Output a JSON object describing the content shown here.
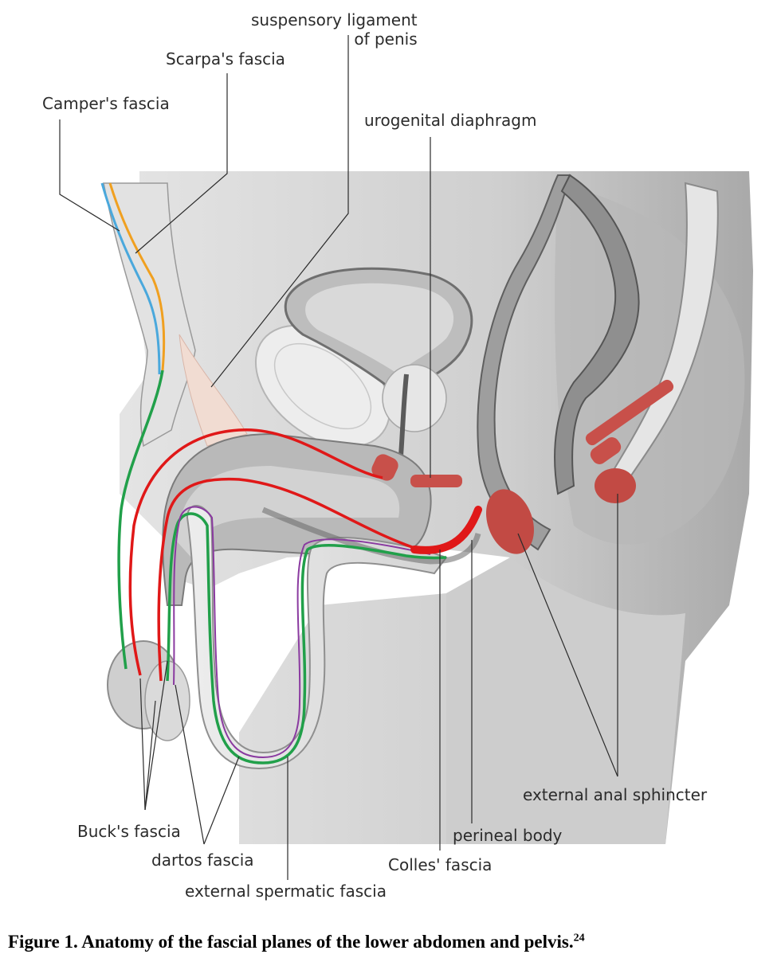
{
  "figure": {
    "caption": "Figure 1. Anatomy of the fascial planes of the lower abdomen and pelvis.",
    "caption_ref": "24",
    "colors": {
      "campers_fascia_line": "#4aa8dc",
      "scarpas_fascia_line": "#f0a020",
      "bucks_fascia_line": "#e01818",
      "dartos_fascia_line": "#21a04a",
      "external_spermatic_fascia_line": "#8a3aa0",
      "muscle": "#c8504a",
      "tissue_gray": "#c9c9c9"
    },
    "labels": {
      "suspensory_ligament_line1": "suspensory ligament",
      "suspensory_ligament_line2": "of penis",
      "scarpas_fascia": "Scarpa's fascia",
      "campers_fascia": "Camper's fascia",
      "urogenital_diaphragm": "urogenital diaphragm",
      "external_anal_sphincter": "external anal sphincter",
      "perineal_body": "perineal body",
      "colles_fascia": "Colles' fascia",
      "bucks_fascia": "Buck's fascia",
      "dartos_fascia": "dartos fascia",
      "external_spermatic_fascia": "external spermatic fascia"
    }
  }
}
